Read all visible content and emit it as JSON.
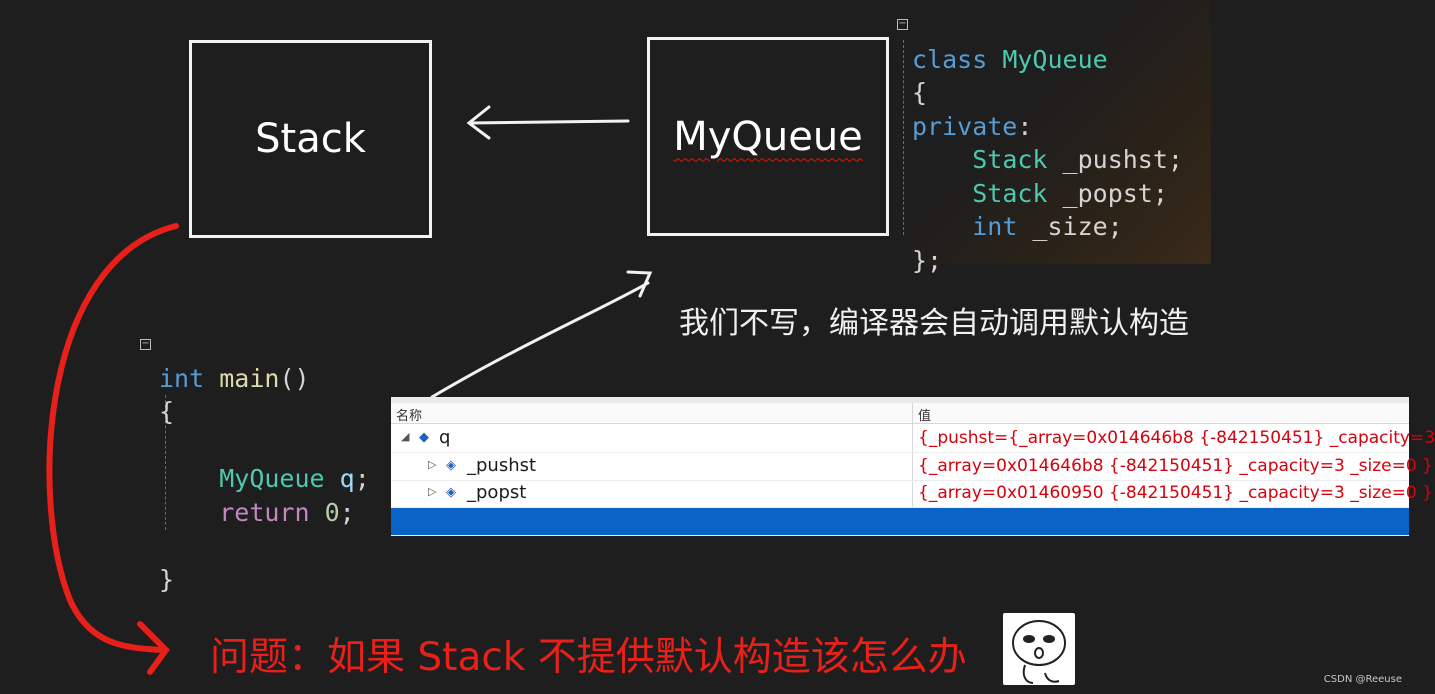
{
  "diagram": {
    "stack_box_label": "Stack",
    "myqueue_box_label": "MyQueue",
    "note": "我们不写，编译器会自动调用默认构造",
    "question": "问题：如果 Stack 不提供默认构造该怎么办"
  },
  "class_code": {
    "line1_kw": "class",
    "line1_name": "MyQueue",
    "open_brace": "{",
    "access": "private",
    "member1_type": "Stack",
    "member1_name": " _pushst;",
    "member2_type": "Stack",
    "member2_name": " _popst;",
    "member3_type": "int",
    "member3_name": " _size;",
    "close_brace": "};"
  },
  "main_code": {
    "kw_int": "int",
    "fn_main": "main",
    "parens": "()",
    "open_brace": "{",
    "type": "MyQueue",
    "var": "q",
    "semicolon": ";",
    "return_kw": "return",
    "zero": "0",
    "close_brace": "}"
  },
  "watch": {
    "col_name": "名称",
    "col_value": "值",
    "rows": [
      {
        "name": "q",
        "value": "{_pushst={_array=0x014646b8 {-842150451} _capacity=3"
      },
      {
        "name": "_pushst",
        "value": "{_array=0x014646b8 {-842150451} _capacity=3 _size=0 }"
      },
      {
        "name": "_popst",
        "value": "{_array=0x01460950 {-842150451} _capacity=3 _size=0 }"
      }
    ]
  },
  "watermark": "CSDN @Reeuse",
  "colors": {
    "background": "#1e1e1e",
    "keyword": "#569cd6",
    "type": "#4ec9b0",
    "function": "#dcdcaa",
    "control": "#c586c0",
    "question_red": "#e8201a",
    "watch_value_red": "#d8000c"
  }
}
